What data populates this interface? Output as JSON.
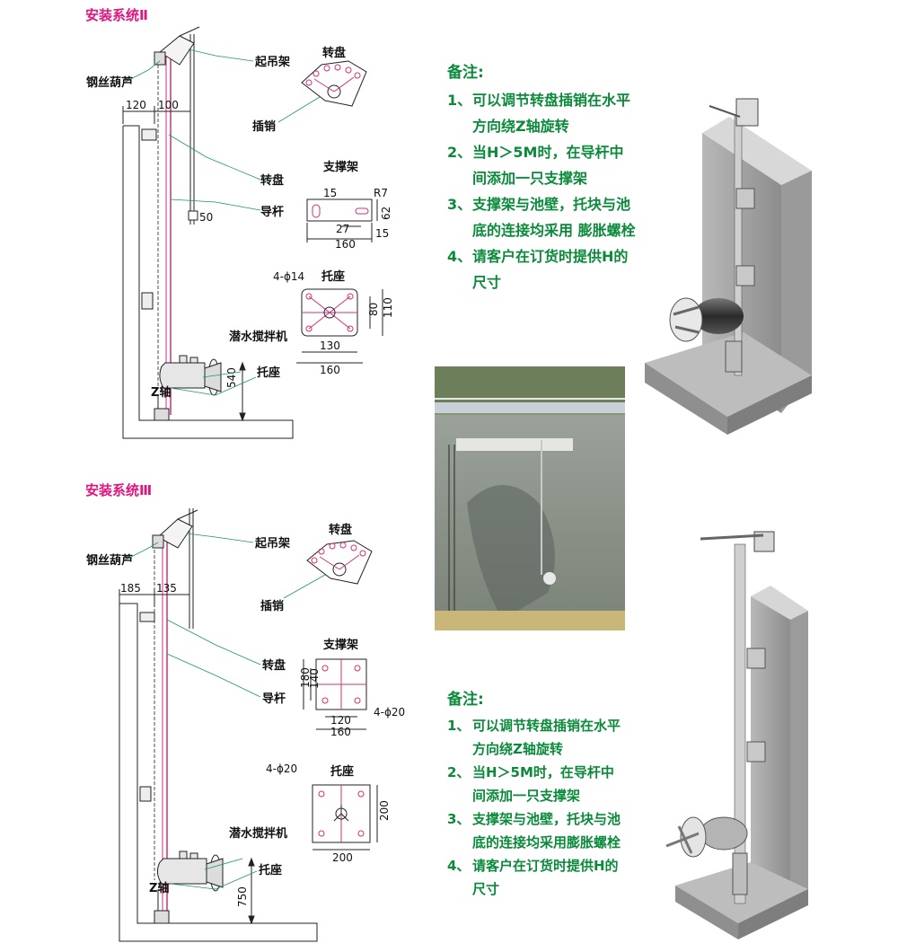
{
  "system2": {
    "title": "安装系统Ⅱ",
    "labels": {
      "hoist": "钢丝葫芦",
      "lifting_frame": "起吊架",
      "turntable_top": "转盘",
      "pin": "插销",
      "turntable": "转盘",
      "guide_rod": "导杆",
      "support_frame": "支撑架",
      "mixer": "潜水搅拌机",
      "bracket_base_side": "托座",
      "z_axis": "Z轴",
      "bracket_base_detail": "托座"
    },
    "dims": {
      "wall_offset": "120",
      "rod_offset": "100",
      "rod_section": "50",
      "support_15a": "15",
      "support_r7": "R7",
      "support_27": "27",
      "support_62": "62",
      "support_160": "160",
      "support_15b": "15",
      "base_holes": "4-ϕ14",
      "base_80": "80",
      "base_110": "110",
      "base_130": "130",
      "base_160": "160",
      "height": "540"
    }
  },
  "system3": {
    "title": "安装系统Ⅲ",
    "labels": {
      "hoist": "钢丝葫芦",
      "lifting_frame": "起吊架",
      "turntable_top": "转盘",
      "pin": "插销",
      "turntable": "转盘",
      "guide_rod": "导杆",
      "support_frame": "支撑架",
      "mixer": "潜水搅拌机",
      "bracket_base_side": "托座",
      "z_axis": "Z轴",
      "bracket_base_detail": "托座"
    },
    "dims": {
      "wall_offset": "185",
      "rod_offset": "135",
      "support_180": "180",
      "support_140": "140",
      "support_holes": "4-ϕ20",
      "support_120": "120",
      "support_160": "160",
      "base_holes": "4-ϕ20",
      "base_200v": "200",
      "base_200h": "200",
      "height": "750"
    }
  },
  "notes1": {
    "title": "备注:",
    "items": [
      {
        "num": "1、",
        "text": "可以调节转盘插销在水平方向绕Z轴旋转"
      },
      {
        "num": "2、",
        "text": "当H＞5M时，在导杆中间添加一只支撑架"
      },
      {
        "num": "3、",
        "text": "支撑架与池壁，托块与池底的连接均采用 膨胀螺栓"
      },
      {
        "num": "4、",
        "text": "请客户在订货时提供H的尺寸"
      }
    ]
  },
  "notes2": {
    "title": "备注:",
    "items": [
      {
        "num": "1、",
        "text": "可以调节转盘插销在水平方向绕Z轴旋转"
      },
      {
        "num": "2、",
        "text": "当H＞5M时，在导杆中间添加一只支撑架"
      },
      {
        "num": "3、",
        "text": "支撑架与池壁，托块与池底的连接均采用膨胀螺栓"
      },
      {
        "num": "4、",
        "text": "请客户在订货时提供H的尺寸"
      }
    ]
  },
  "colors": {
    "title": "#e0157f",
    "note": "#0a8a3a",
    "guide": "#d0307a",
    "leader": "#1a9a5a",
    "line": "#222222"
  }
}
